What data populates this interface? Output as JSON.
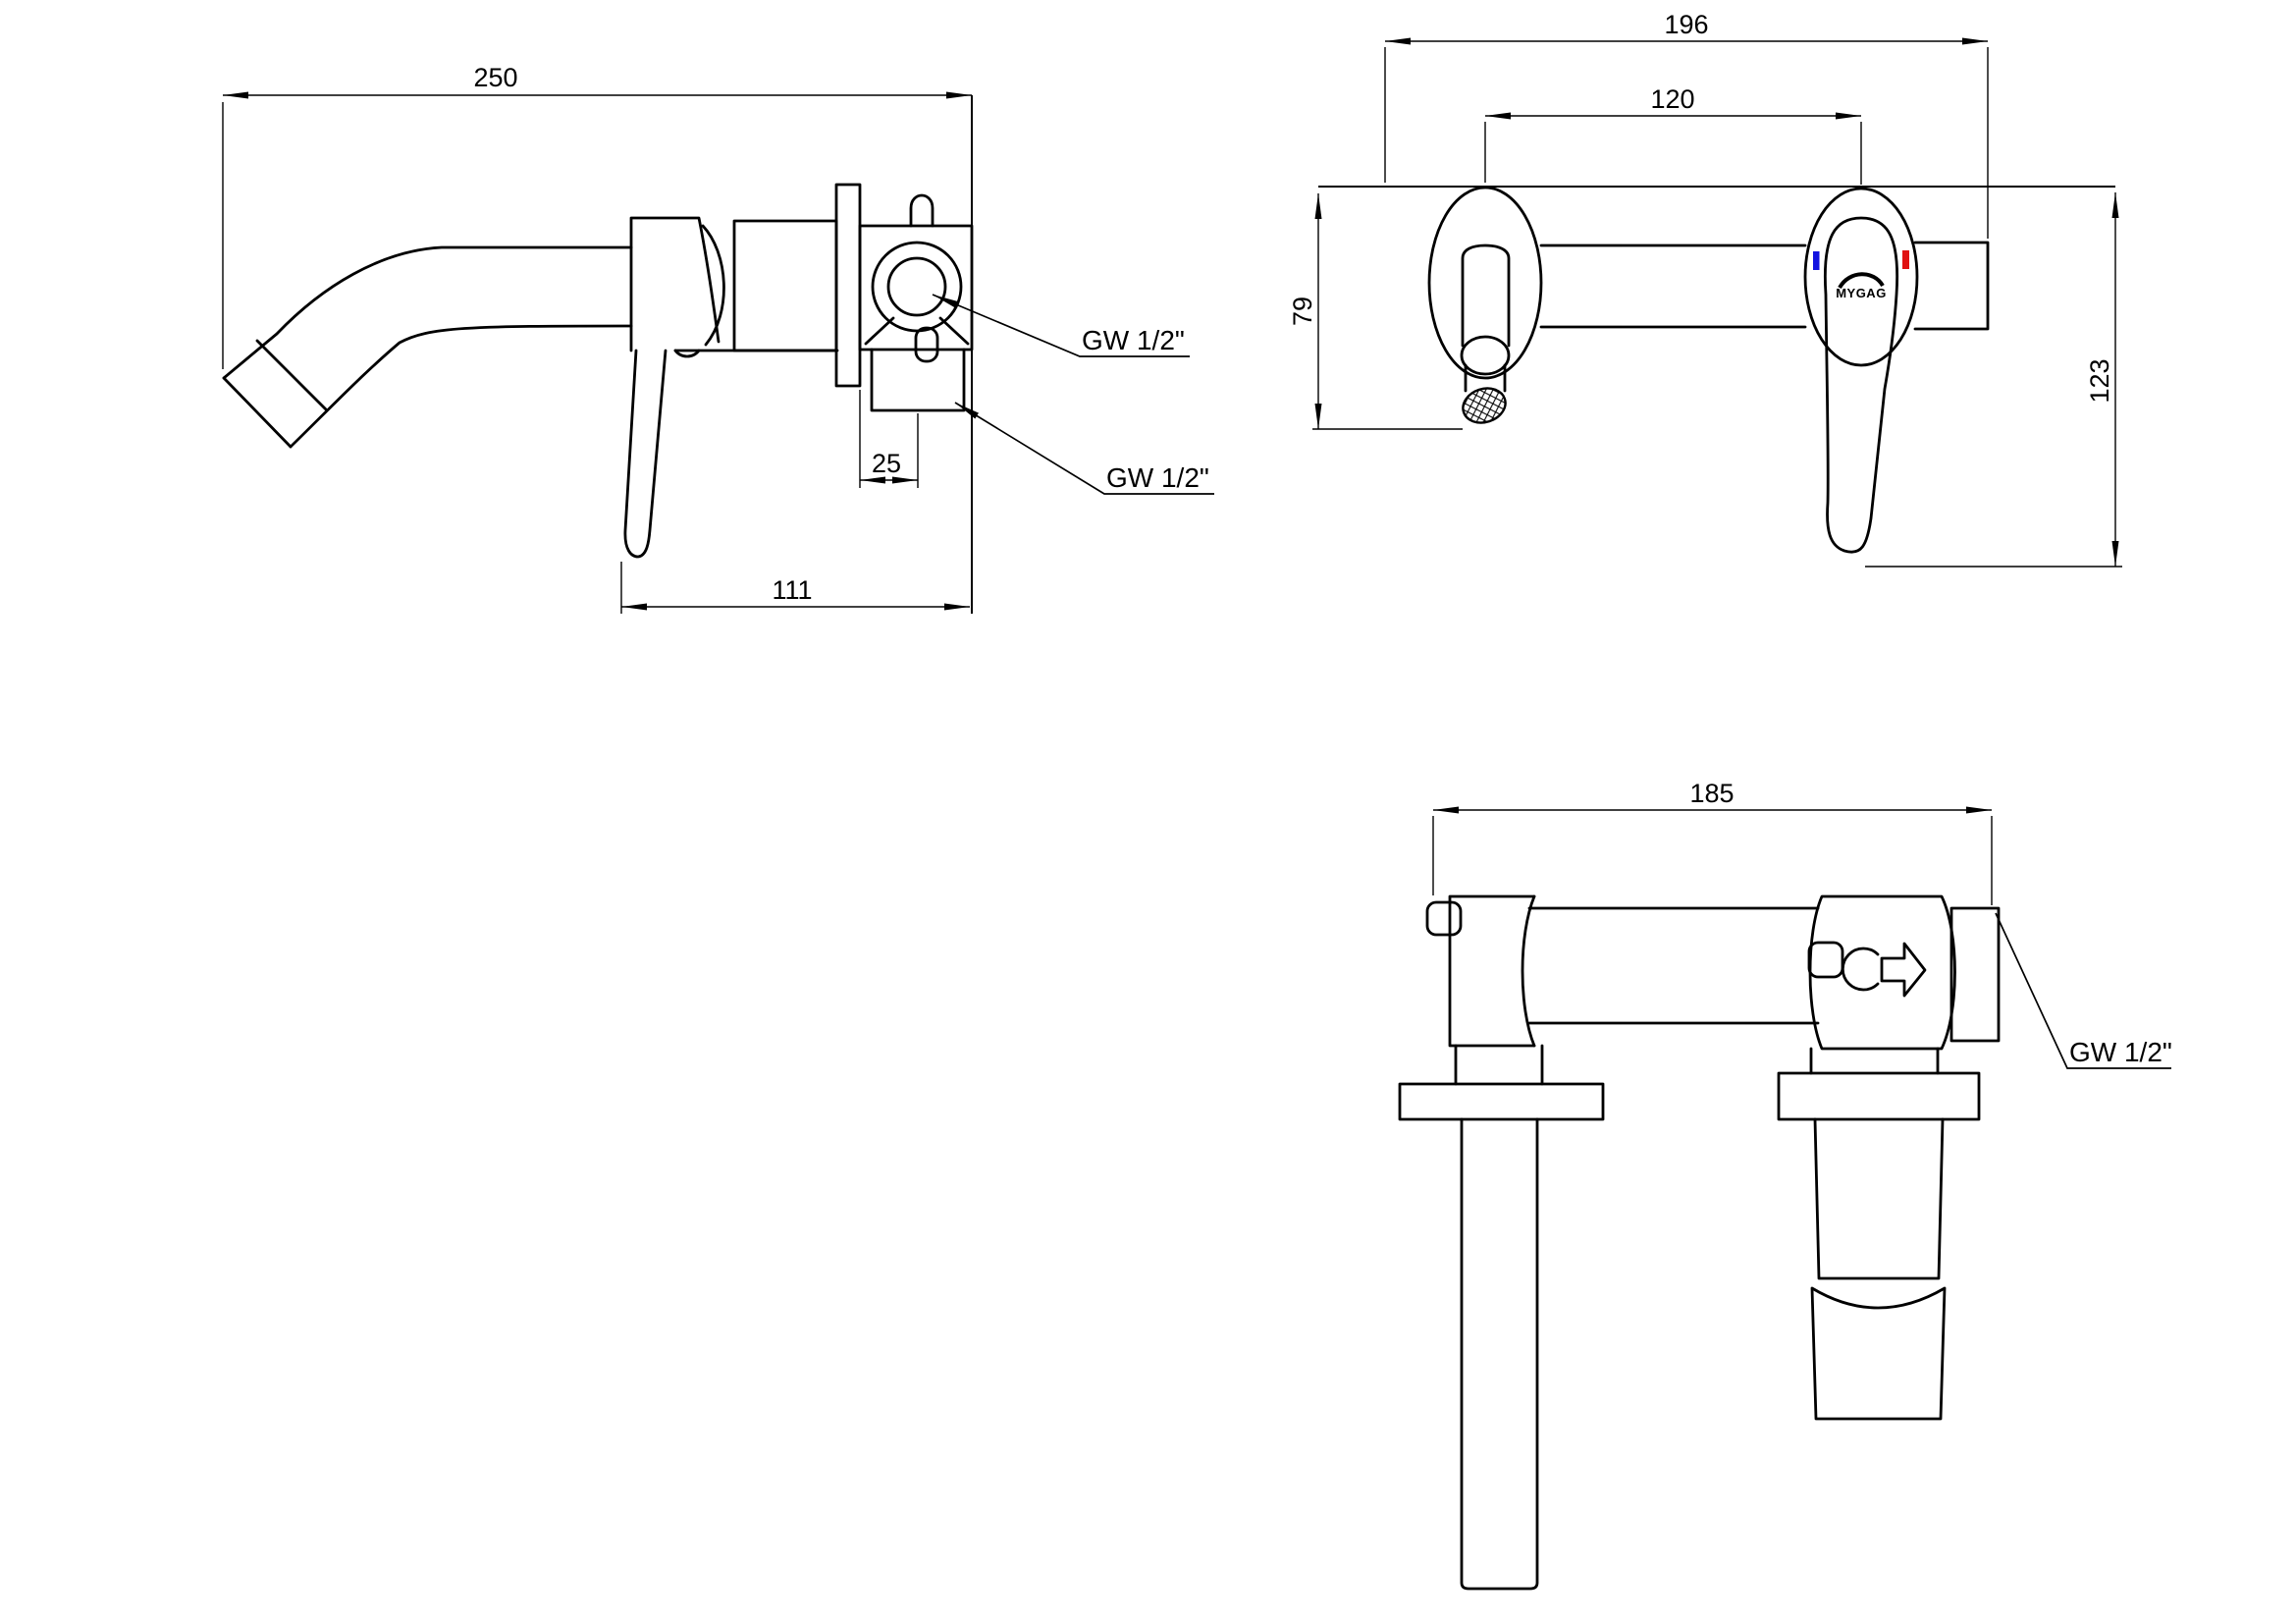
{
  "page": {
    "background": "#ffffff",
    "stroke_color": "#000000"
  },
  "drawing": {
    "side_view": {
      "dim_overall_length": "250",
      "dim_outlet_offset": "25",
      "dim_body_depth": "111",
      "label_inlet_thread": "GW 1/2\"",
      "label_outlet_thread": "GW 1/2\""
    },
    "front_view": {
      "dim_overall_width": "196",
      "dim_hole_centers": "120",
      "dim_spout_drop": "79",
      "dim_overall_height": "123",
      "cold_indicator_color": "#1212e0",
      "hot_indicator_color": "#e01212",
      "logo_text": "MYGAG"
    },
    "top_view": {
      "dim_overall_depth": "185",
      "label_outlet_thread": "GW 1/2\""
    }
  }
}
